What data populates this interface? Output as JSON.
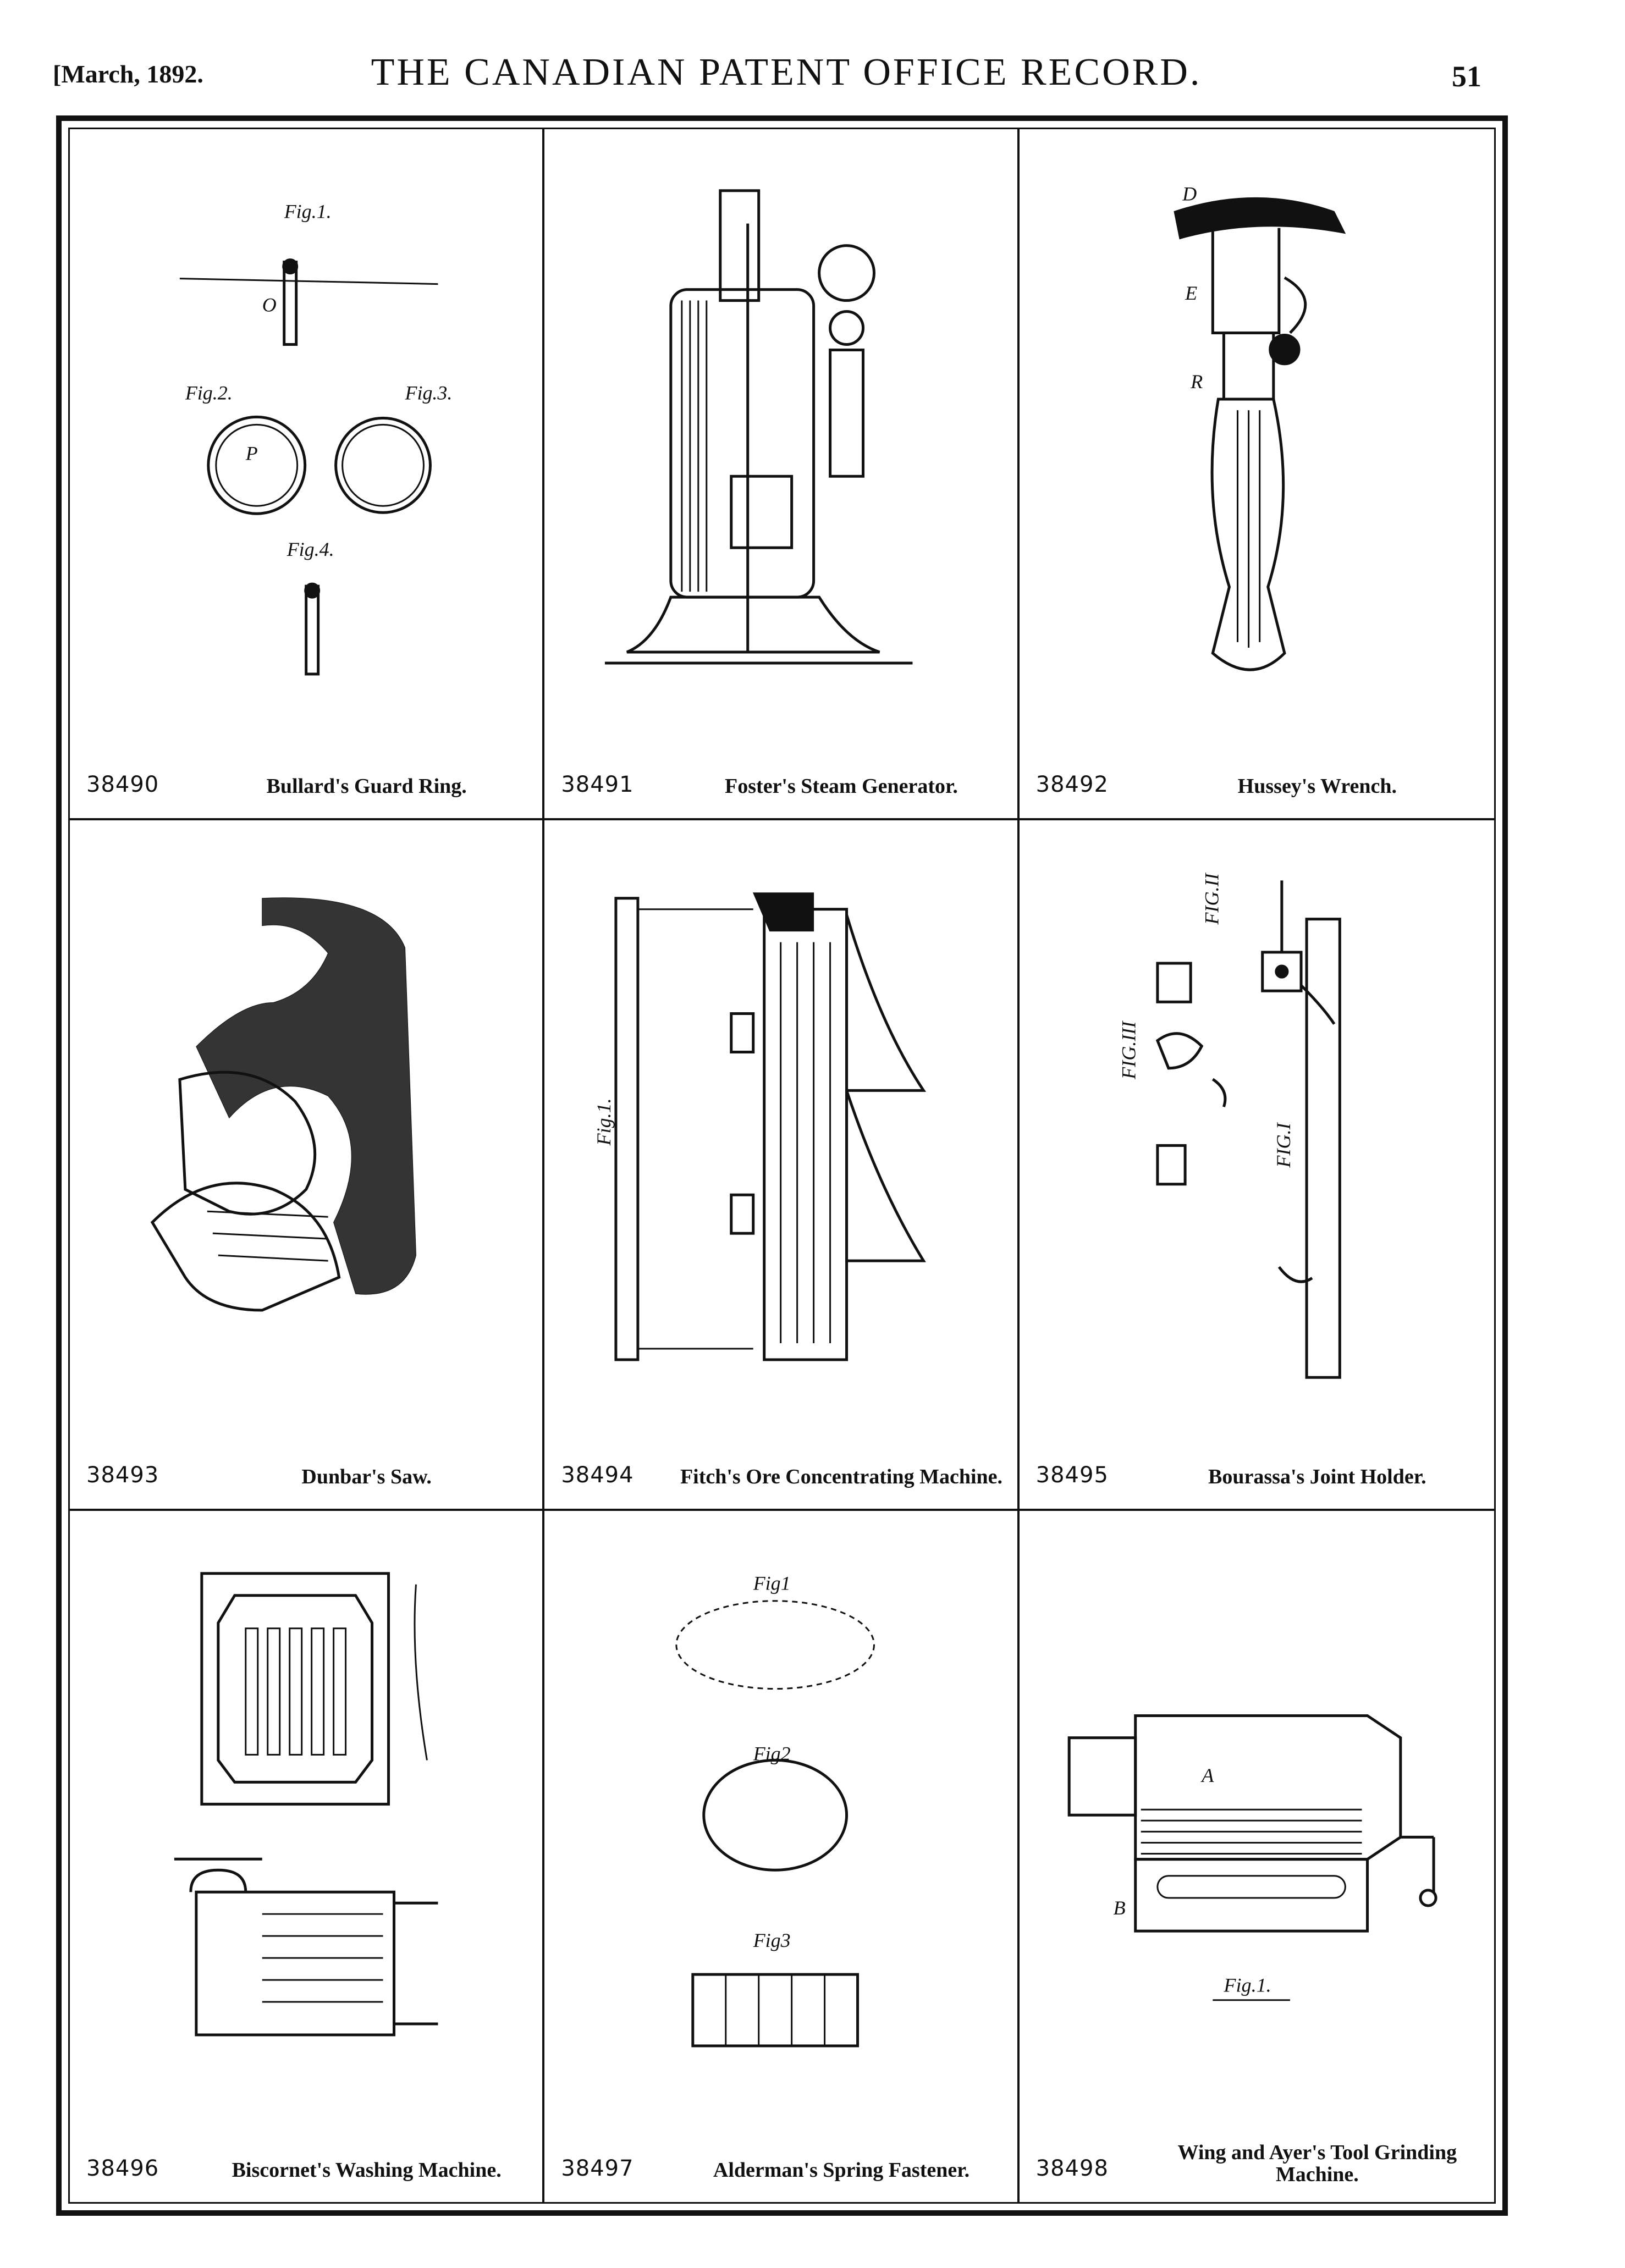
{
  "header": {
    "date": "[March, 1892.",
    "title": "THE CANADIAN PATENT OFFICE RECORD.",
    "page": "51"
  },
  "patents": [
    {
      "number": "38490",
      "title": "Bullard's Guard Ring.",
      "labels": {
        "fig1": "Fig.1.",
        "fig2": "Fig.2.",
        "fig3": "Fig.3.",
        "fig4": "Fig.4.",
        "o": "O",
        "p": "P"
      }
    },
    {
      "number": "38491",
      "title": "Foster's Steam Generator."
    },
    {
      "number": "38492",
      "title": "Hussey's Wrench.",
      "labels": {
        "d": "D",
        "e": "E",
        "r": "R"
      }
    },
    {
      "number": "38493",
      "title": "Dunbar's Saw."
    },
    {
      "number": "38494",
      "title": "Fitch's Ore Concentrating Machine.",
      "labels": {
        "fig": "Fig.1."
      }
    },
    {
      "number": "38495",
      "title": "Bourassa's Joint Holder.",
      "labels": {
        "fig1": "FIG.I",
        "fig2": "FIG.II",
        "fig3": "FIG.III"
      }
    },
    {
      "number": "38496",
      "title": "Biscornet's Washing Machine."
    },
    {
      "number": "38497",
      "title": "Alderman's Spring Fastener.",
      "labels": {
        "fig1": "Fig1",
        "fig2": "Fig2",
        "fig3": "Fig3"
      }
    },
    {
      "number": "38498",
      "title": "Wing and Ayer's Tool Grinding Machine.",
      "labels": {
        "fig": "Fig.1.",
        "a": "A",
        "b": "B"
      }
    }
  ]
}
